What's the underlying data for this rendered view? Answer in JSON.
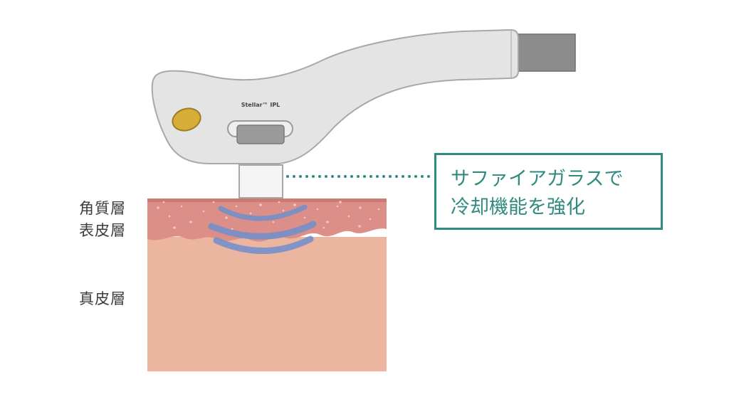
{
  "device": {
    "brand_label": "Stellar™ IPL",
    "colors": {
      "body": "#e4e4e4",
      "outline": "#a8a8a8",
      "button": "#d6ad38",
      "cable": "#8c8c8c",
      "sapphire_glass": "#f5f5f5"
    }
  },
  "skin": {
    "layers": [
      {
        "key": "stratum_corneum",
        "label": "角質層"
      },
      {
        "key": "epidermis",
        "label": "表皮層"
      },
      {
        "key": "dermis",
        "label": "真皮層"
      }
    ],
    "colors": {
      "epidermis": "#db8f88",
      "dermis": "#ecb59f",
      "wave": "#6f8fcc",
      "connector": "#2f8a80"
    }
  },
  "callout": {
    "line1": "サファイアガラスで",
    "line2": "冷却機能を強化"
  }
}
